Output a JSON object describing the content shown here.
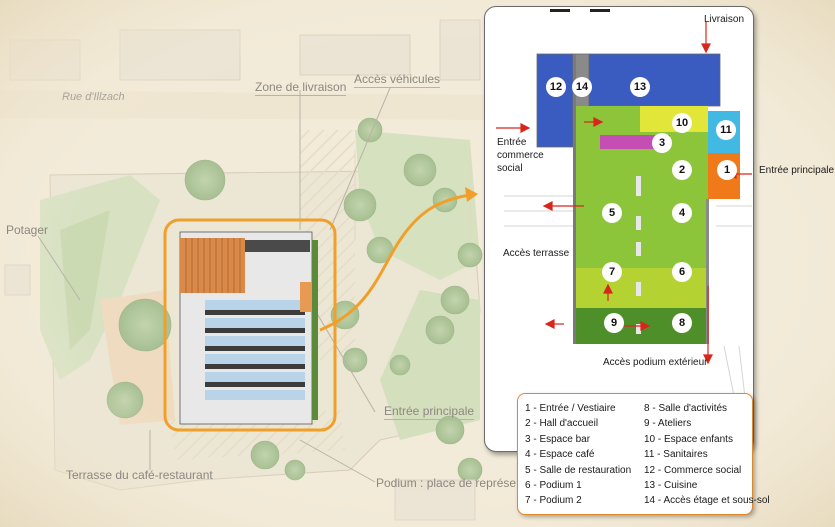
{
  "site_labels": {
    "street": "Rue d'Illzach",
    "zone_livraison": "Zone de livraison",
    "acces_vehicules": "Accès véhicules",
    "potager": "Potager",
    "entree_principale": "Entrée principale",
    "terrasse": "Terrasse du café-restaurant",
    "podium": "Podium : place de représenta"
  },
  "plan_labels": {
    "livraison": "Livraison",
    "entree_commerce": [
      "Entrée",
      "commerce",
      "social"
    ],
    "entree_principale": "Entrée principale",
    "acces_terrasse": "Accès terrasse",
    "acces_podium": "Accès podium extérieur"
  },
  "rooms": [
    "1",
    "2",
    "3",
    "4",
    "5",
    "6",
    "7",
    "8",
    "9",
    "10",
    "11",
    "12",
    "13",
    "14"
  ],
  "legend": {
    "left": [
      "1 - Entrée / Vestiaire",
      "2 - Hall d'accueil",
      "3 - Espace bar",
      "4 - Espace café",
      "5 - Salle de restauration",
      "6 - Podium 1",
      "7 - Podium 2"
    ],
    "right": [
      "8 - Salle d'activités",
      "9 - Ateliers",
      "10 - Espace enfants",
      "11 - Sanitaires",
      "12 - Commerce social",
      "13 - Cuisine",
      "14 - Accès étage et sous-sol"
    ]
  },
  "colors": {
    "background": "#f3ebd9",
    "callout_orange": "#f0a02a",
    "arrow_red": "#d9261c",
    "room_green": "#8cc43a",
    "room_lime": "#b5d233",
    "room_dark_green": "#4f8f2a",
    "room_blue": "#3a5bbf",
    "room_cyan": "#41b9e3",
    "room_orange": "#f07a1a",
    "room_yellow": "#e2e638",
    "room_magenta": "#c44eb3"
  }
}
